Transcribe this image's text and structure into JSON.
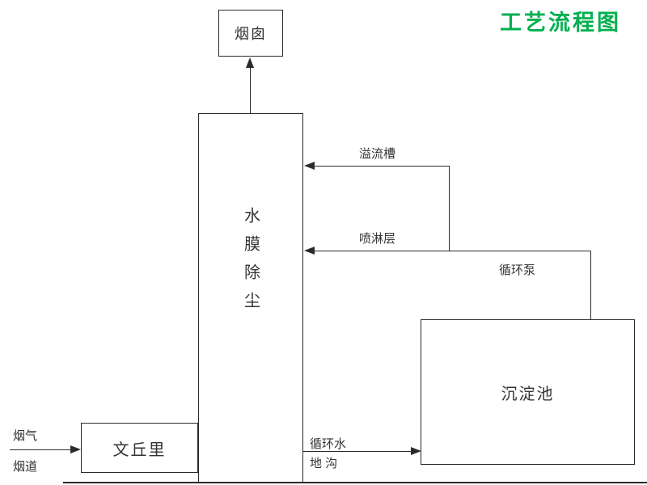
{
  "title": {
    "text": "工艺流程图",
    "color": "#00b050"
  },
  "nodes": {
    "chimney": "烟囱",
    "scrubber": "水膜除尘",
    "venturi": "文丘里",
    "sedimentation": "沉淀池"
  },
  "labels": {
    "overflow": "溢流槽",
    "spray": "喷淋层",
    "pump": "循环泵",
    "circulating_water": "循环水",
    "trench": "地 沟",
    "flue_gas": "烟气",
    "flue_duct": "烟道"
  },
  "colors": {
    "line": "#2a2a2a",
    "text": "#333333",
    "title": "#00b050"
  }
}
